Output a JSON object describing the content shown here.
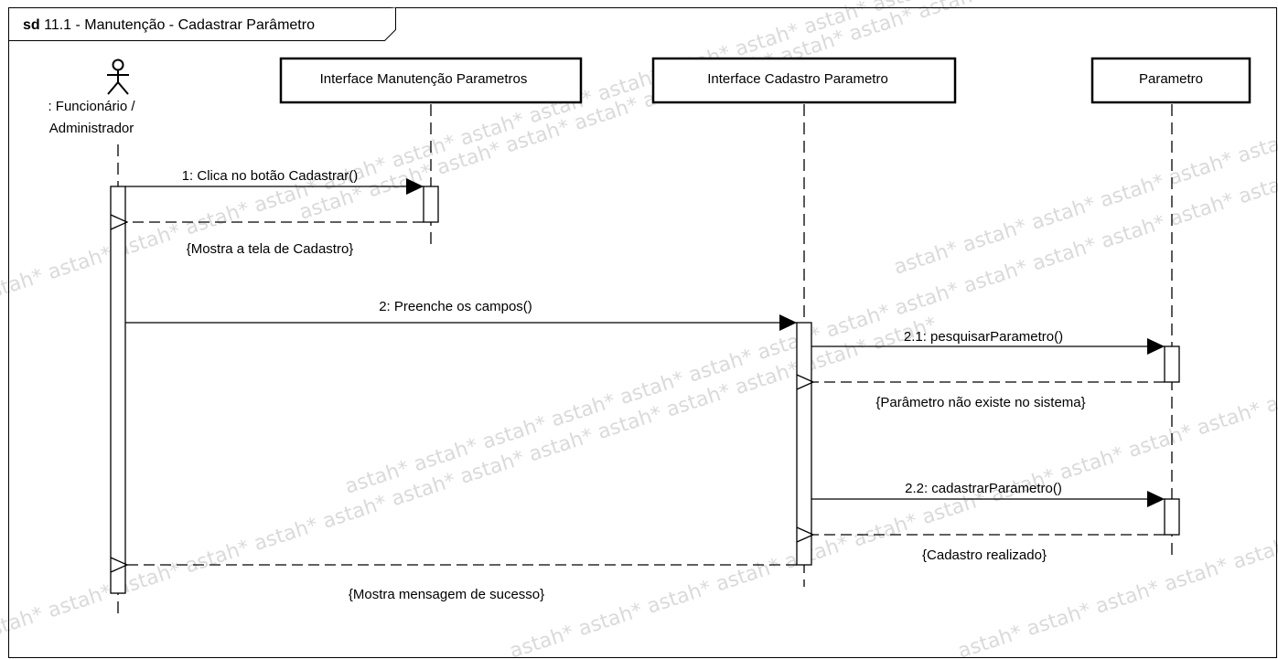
{
  "frame": {
    "keyword": "sd",
    "name": "11.1 - Manutenção - Cadastrar Parâmetro"
  },
  "watermark": "astah*",
  "actor": {
    "name_line1": ": Funcionário /",
    "name_line2": "Administrador",
    "icon": "stick-figure-icon"
  },
  "lifelines": [
    {
      "id": "manutencao",
      "label": "Interface Manutenção Parametros"
    },
    {
      "id": "cadastro",
      "label": "Interface Cadastro Parametro"
    },
    {
      "id": "parametro",
      "label": "Parametro"
    }
  ],
  "messages": {
    "m1": "1: Clica no botão Cadastrar()",
    "r1": "{Mostra a tela de Cadastro}",
    "m2": "2: Preenche os campos()",
    "m21": "2.1: pesquisarParametro()",
    "r21": "{Parâmetro não existe no sistema}",
    "m22": "2.2: cadastrarParametro()",
    "r22": "{Cadastro realizado}",
    "r2": "{Mostra mensagem de sucesso}"
  }
}
